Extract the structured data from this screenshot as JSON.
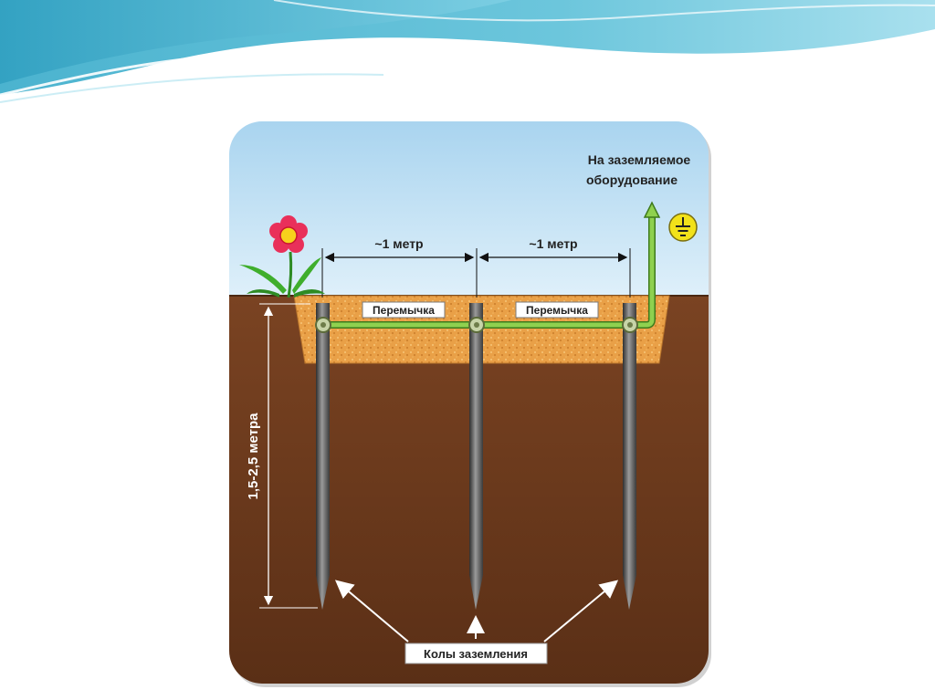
{
  "diagram": {
    "equipment_label_line1": "На заземляемое",
    "equipment_label_line2": "оборудование",
    "spacing_label_left": "~1 метр",
    "spacing_label_right": "~1 метр",
    "jumper_label_left": "Перемычка",
    "jumper_label_right": "Перемычка",
    "depth_label": "1,5-2,5 метра",
    "stakes_label": "Колы заземления",
    "icons": [
      "flower-icon",
      "ground-symbol-icon"
    ],
    "colors": {
      "sky": "#c8e6f6",
      "soil": "#6b3a1f",
      "trench": "#e8a24a",
      "wire": "#7cc242",
      "ground_symbol": "#f2e21a"
    }
  }
}
